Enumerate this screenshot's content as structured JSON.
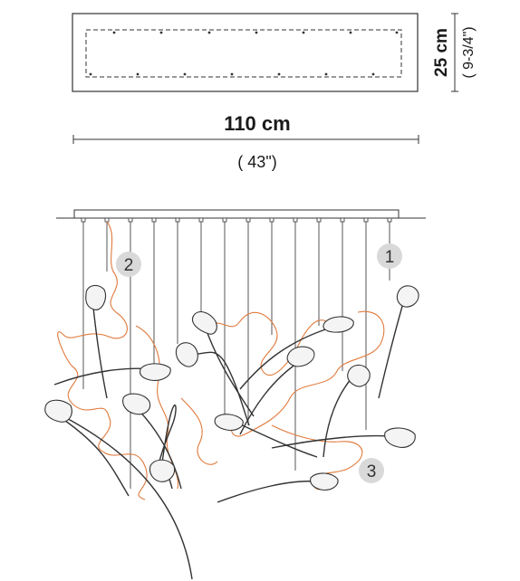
{
  "top_view": {
    "height_metric": "25 cm",
    "height_imperial": "( 9-3/4\")"
  },
  "width_dimension": {
    "metric": "110 cm",
    "imperial": "( 43\")"
  },
  "callouts": [
    {
      "label": "1"
    },
    {
      "label": "2"
    },
    {
      "label": "3"
    }
  ],
  "colors": {
    "line": "#333333",
    "wire": "#e07a3c",
    "badge": "#d9d9d9"
  }
}
